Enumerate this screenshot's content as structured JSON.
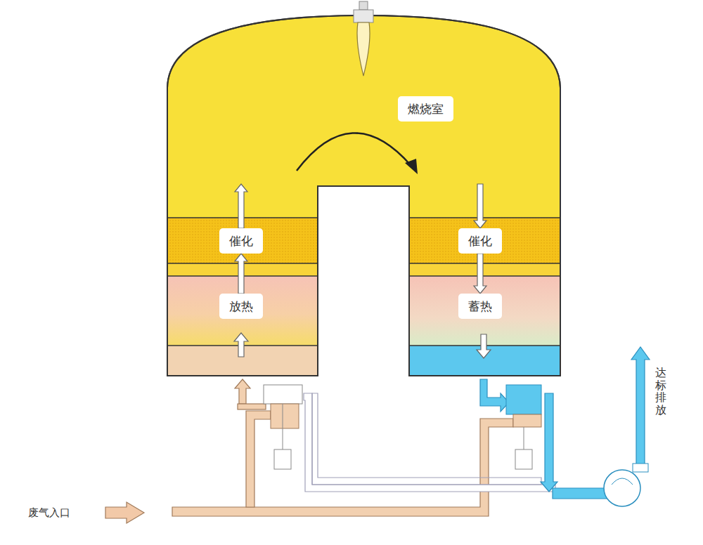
{
  "diagram": {
    "nodes": [
      {
        "text": [
          "燃烧室"
        ]
      },
      {
        "text": [
          "催化"
        ]
      },
      {
        "text": [
          "放热"
        ]
      },
      {
        "text": [
          "催化"
        ]
      },
      {
        "text": [
          "蓄热"
        ]
      }
    ],
    "edges": [
      {
        "from": 2,
        "to": 1,
        "arrow": "to"
      },
      {
        "from": 1,
        "to": 0,
        "arrow": "to"
      },
      {
        "from": 0,
        "to": 3,
        "arrow": "to"
      },
      {
        "from": 3,
        "to": 4,
        "arrow": "to"
      }
    ],
    "labels": [
      "废气入口",
      "达标排放"
    ]
  }
}
